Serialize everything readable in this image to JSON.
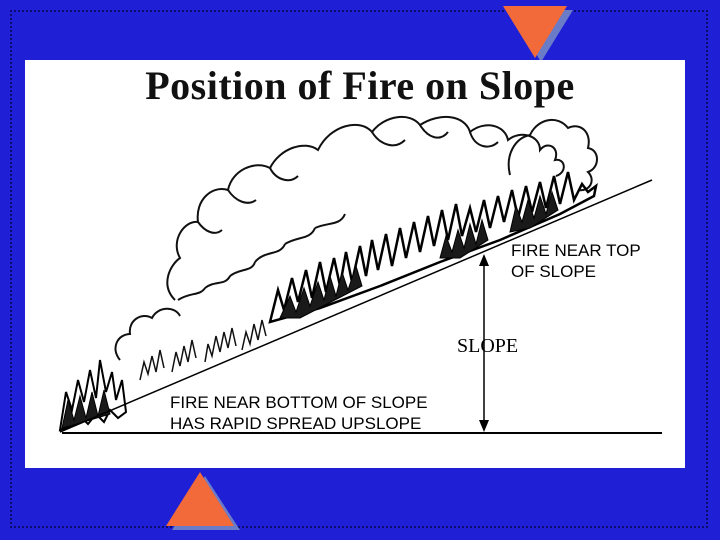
{
  "slide": {
    "title": "Position of Fire on Slope",
    "label_top_fire": "FIRE NEAR TOP\nOF SLOPE",
    "label_slope": "SLOPE",
    "label_bottom_fire": "FIRE NEAR BOTTOM OF SLOPE\nHAS RAPID SPREAD UPSLOPE"
  },
  "colors": {
    "background": "#1f1fd6",
    "slide": "#ffffff",
    "accent_triangle": "#f26a3a",
    "triangle_shadow": "#6a7cc8"
  }
}
